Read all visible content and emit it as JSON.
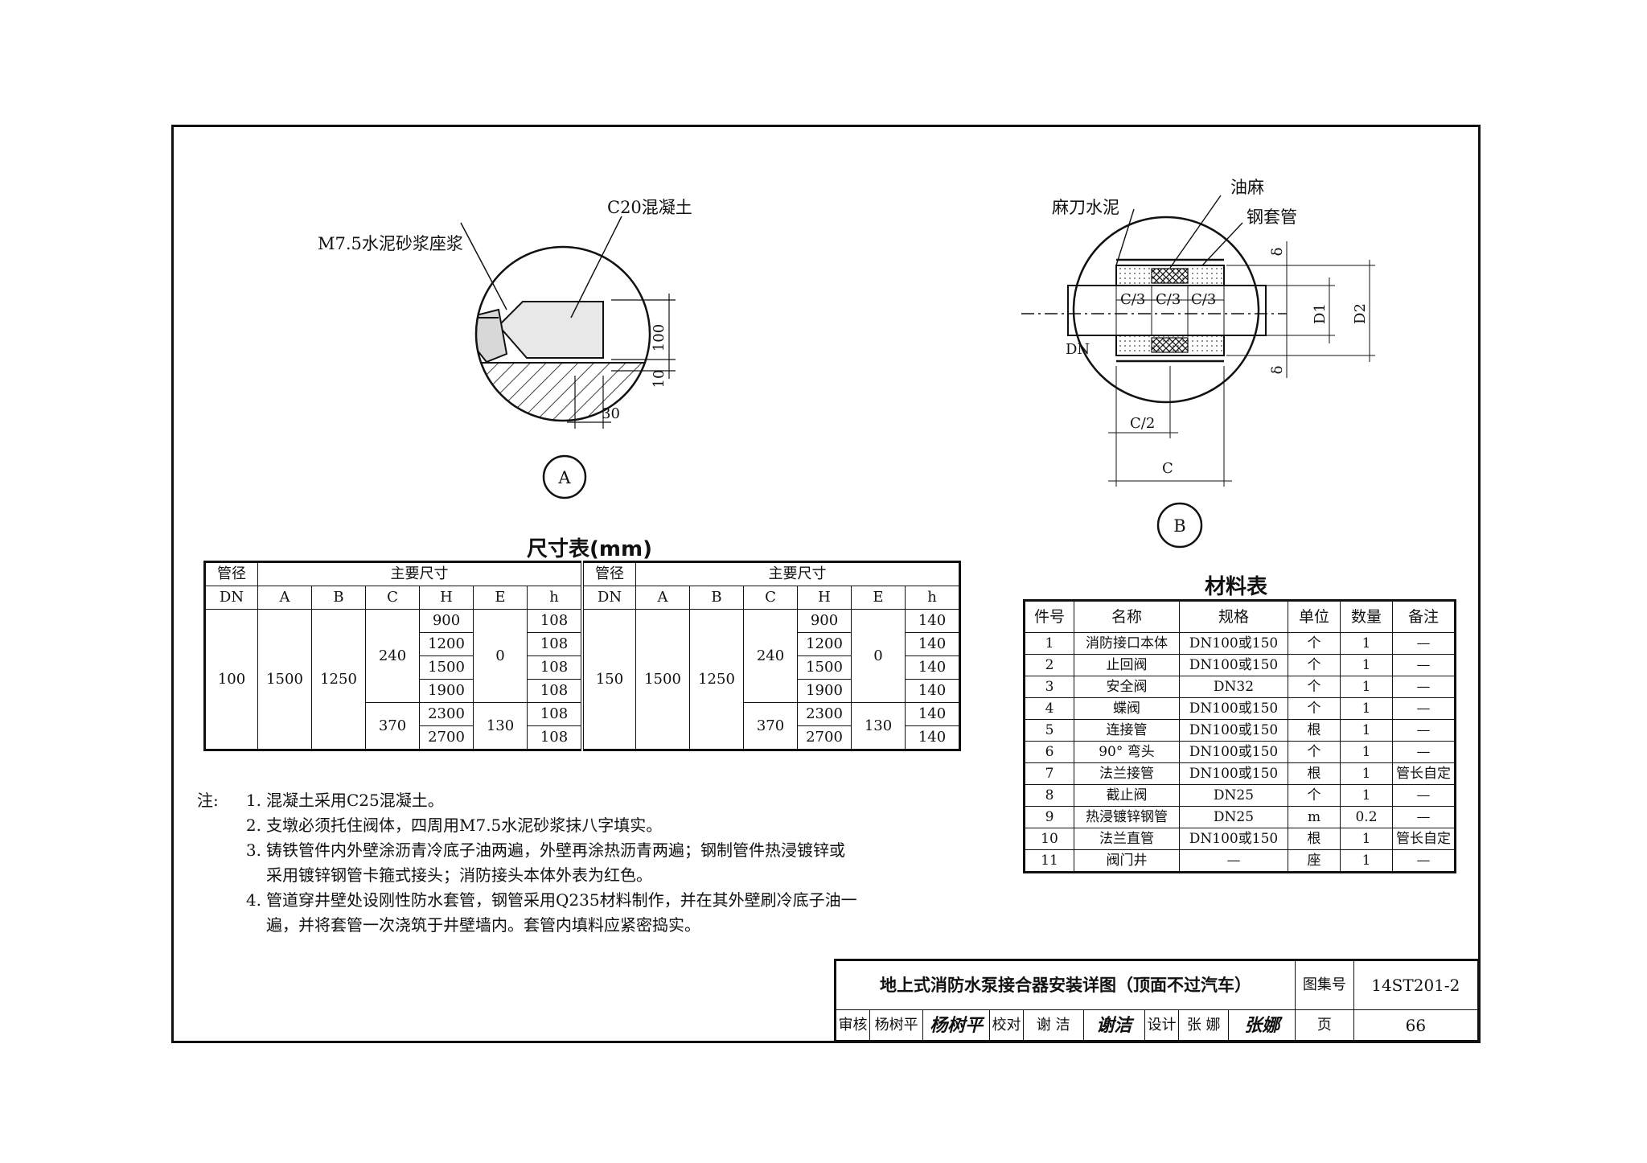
{
  "detail_a": {
    "labels": {
      "concrete": "C20混凝土",
      "mortar": "M7.5水泥砂浆座浆"
    },
    "dims": {
      "d100": "100",
      "d10": "10",
      "d30": "30"
    },
    "tag": "A"
  },
  "detail_b": {
    "labels": {
      "oakum": "油麻",
      "cement": "麻刀水泥",
      "sleeve": "钢套管",
      "dn": "DN"
    },
    "dims": {
      "c3a": "C/3",
      "c3b": "C/3",
      "c3c": "C/3",
      "delta1": "δ",
      "delta2": "δ",
      "d1": "D1",
      "d2": "D2",
      "c2": "C/2",
      "c": "C"
    },
    "tag": "B"
  },
  "size_table": {
    "title": "尺寸表(mm)",
    "h_pipe": "管径",
    "h_main": "主要尺寸",
    "cols": [
      "DN",
      "A",
      "B",
      "C",
      "H",
      "E",
      "h"
    ],
    "left": {
      "dn": "100",
      "a": "1500",
      "b": "1250",
      "c1": "240",
      "c2": "370",
      "e1": "0",
      "e2": "130",
      "H": [
        "900",
        "1200",
        "1500",
        "1900",
        "2300",
        "2700"
      ],
      "h": [
        "108",
        "108",
        "108",
        "108",
        "108",
        "108"
      ]
    },
    "right": {
      "dn": "150",
      "a": "1500",
      "b": "1250",
      "c1": "240",
      "c2": "370",
      "e1": "0",
      "e2": "130",
      "H": [
        "900",
        "1200",
        "1500",
        "1900",
        "2300",
        "2700"
      ],
      "h": [
        "140",
        "140",
        "140",
        "140",
        "140",
        "140"
      ]
    }
  },
  "material_table": {
    "title": "材料表",
    "headers": [
      "件号",
      "名称",
      "规格",
      "单位",
      "数量",
      "备注"
    ],
    "rows": [
      [
        "1",
        "消防接口本体",
        "DN100或150",
        "个",
        "1",
        "—"
      ],
      [
        "2",
        "止回阀",
        "DN100或150",
        "个",
        "1",
        "—"
      ],
      [
        "3",
        "安全阀",
        "DN32",
        "个",
        "1",
        "—"
      ],
      [
        "4",
        "蝶阀",
        "DN100或150",
        "个",
        "1",
        "—"
      ],
      [
        "5",
        "连接管",
        "DN100或150",
        "根",
        "1",
        "—"
      ],
      [
        "6",
        "90° 弯头",
        "DN100或150",
        "个",
        "1",
        "—"
      ],
      [
        "7",
        "法兰接管",
        "DN100或150",
        "根",
        "1",
        "管长自定"
      ],
      [
        "8",
        "截止阀",
        "DN25",
        "个",
        "1",
        "—"
      ],
      [
        "9",
        "热浸镀锌钢管",
        "DN25",
        "m",
        "0.2",
        "—"
      ],
      [
        "10",
        "法兰直管",
        "DN100或150",
        "根",
        "1",
        "管长自定"
      ],
      [
        "11",
        "阀门井",
        "—",
        "座",
        "1",
        "—"
      ]
    ]
  },
  "notes": {
    "prefix": "注:",
    "items": [
      {
        "num": "1.",
        "text": "混凝土采用C25混凝土。"
      },
      {
        "num": "2.",
        "text": "支墩必须托住阀体，四周用M7.5水泥砂浆抹八字填实。"
      },
      {
        "num": "3.",
        "text": "铸铁管件内外壁涂沥青冷底子油两遍，外壁再涂热沥青两遍；钢制管件热浸镀锌或",
        "cont": "采用镀锌钢管卡箍式接头；消防接头本体外表为红色。"
      },
      {
        "num": "4.",
        "text": "管道穿井壁处设刚性防水套管，钢管采用Q235材料制作，并在其外壁刷冷底子油一",
        "cont": "遍，并将套管一次浇筑于井壁墙内。套管内填料应紧密捣实。"
      }
    ]
  },
  "title_block": {
    "title": "地上式消防水泵接合器安装详图（顶面不过汽车）",
    "atlas_label": "图集号",
    "atlas_no": "14ST201-2",
    "review_label": "审核",
    "reviewer": "杨树平",
    "review_sig": "杨树平",
    "check_label": "校对",
    "checker": "谢 洁",
    "check_sig": "谢洁",
    "design_label": "设计",
    "designer": "张 娜",
    "design_sig": "张娜",
    "page_label": "页",
    "page_no": "66"
  }
}
